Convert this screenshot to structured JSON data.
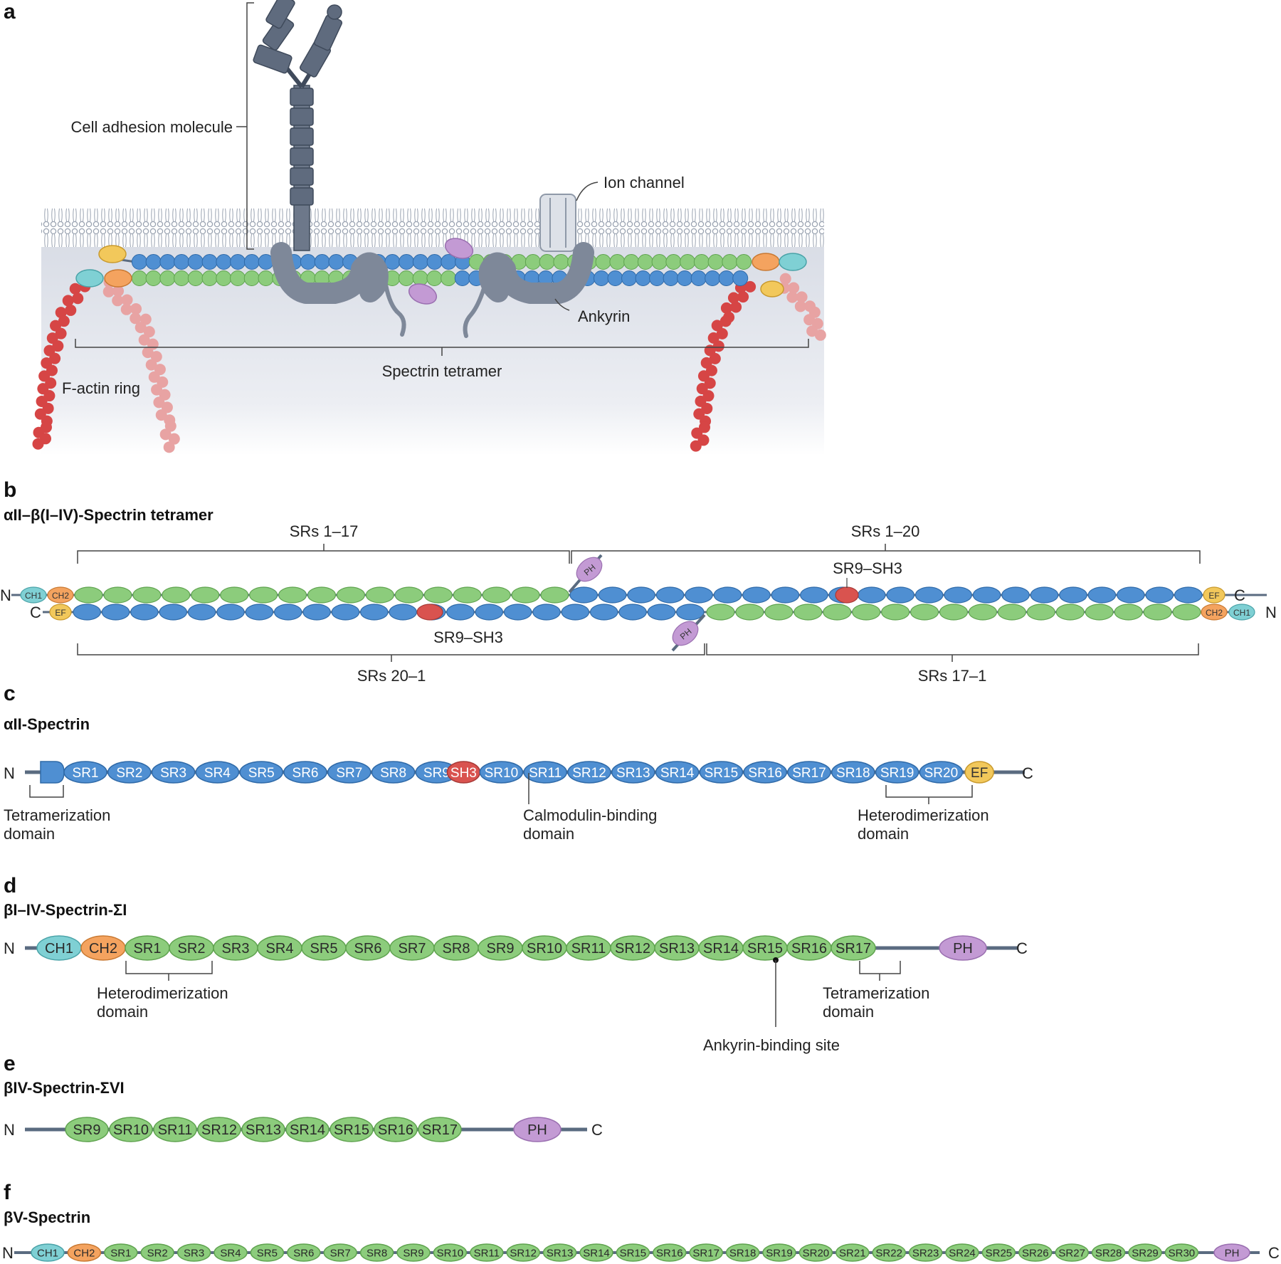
{
  "colors": {
    "sr_blue": "#4f8fd2",
    "sr_green": "#8ccc7c",
    "sh3_red": "#d9534f",
    "ch1_teal": "#7fd0d4",
    "ch2_orange": "#f4a35f",
    "ef_yellow": "#f2c85b",
    "ph_purple": "#c39ad4",
    "linker": "#5a6b80",
    "actin_red": "#d64545",
    "actin_pink": "#e8a3a3",
    "membrane_protein": "#8f99a8"
  },
  "panel_a": {
    "letter": "a",
    "labels": {
      "cam": "Cell adhesion molecule",
      "ion": "Ion channel",
      "ankyrin": "Ankyrin",
      "spectrin": "Spectrin tetramer",
      "actin": "F-actin ring"
    }
  },
  "panel_b": {
    "letter": "b",
    "title": "αII–β(I–IV)-Spectrin tetramer",
    "labels": {
      "top_left": "SRs 1–17",
      "top_right": "SRs 1–20",
      "bottom_left": "SRs 20–1",
      "bottom_right": "SRs 17–1",
      "sh3_top": "SR9–SH3",
      "sh3_bottom": "SR9–SH3",
      "n_left": "N",
      "c_left": "C",
      "c_right": "C",
      "n_right": "N",
      "ch1": "CH1",
      "ch2": "CH2",
      "ef": "EF",
      "ph": "PH"
    }
  },
  "panel_c": {
    "letter": "c",
    "title": "αII-Spectrin",
    "n": "N",
    "c": "C",
    "domains": [
      "SR1",
      "SR2",
      "SR3",
      "SR4",
      "SR5",
      "SR6",
      "SR7",
      "SR8",
      "SR9",
      "SH3",
      "SR10",
      "SR11",
      "SR12",
      "SR13",
      "SR14",
      "SR15",
      "SR16",
      "SR17",
      "SR18",
      "SR19",
      "SR20",
      "EF"
    ],
    "labels": {
      "tetramer_1": "Tetramerization",
      "tetramer_2": "domain",
      "calmodulin_1": "Calmodulin-binding",
      "calmodulin_2": "domain",
      "hetero_1": "Heterodimerization",
      "hetero_2": "domain"
    }
  },
  "panel_d": {
    "letter": "d",
    "title": "βI–IV-Spectrin-ΣI",
    "n": "N",
    "c": "C",
    "domains": [
      "CH1",
      "CH2",
      "SR1",
      "SR2",
      "SR3",
      "SR4",
      "SR5",
      "SR6",
      "SR7",
      "SR8",
      "SR9",
      "SR10",
      "SR11",
      "SR12",
      "SR13",
      "SR14",
      "SR15",
      "SR16",
      "SR17",
      "PH"
    ],
    "labels": {
      "hetero_1": "Heterodimerization",
      "hetero_2": "domain",
      "tetra_1": "Tetramerization",
      "tetra_2": "domain",
      "ankyrin": "Ankyrin-binding site"
    }
  },
  "panel_e": {
    "letter": "e",
    "title": "βIV-Spectrin-ΣVI",
    "n": "N",
    "c": "C",
    "domains": [
      "SR9",
      "SR10",
      "SR11",
      "SR12",
      "SR13",
      "SR14",
      "SR15",
      "SR16",
      "SR17",
      "PH"
    ]
  },
  "panel_f": {
    "letter": "f",
    "title": "βV-Spectrin",
    "n": "N",
    "c": "C",
    "domains": [
      "CH1",
      "CH2",
      "SR1",
      "SR2",
      "SR3",
      "SR4",
      "SR5",
      "SR6",
      "SR7",
      "SR8",
      "SR9",
      "SR10",
      "SR11",
      "SR12",
      "SR13",
      "SR14",
      "SR15",
      "SR16",
      "SR17",
      "SR18",
      "SR19",
      "SR20",
      "SR21",
      "SR22",
      "SR23",
      "SR24",
      "SR25",
      "SR26",
      "SR27",
      "SR28",
      "SR29",
      "SR30",
      "PH"
    ]
  }
}
